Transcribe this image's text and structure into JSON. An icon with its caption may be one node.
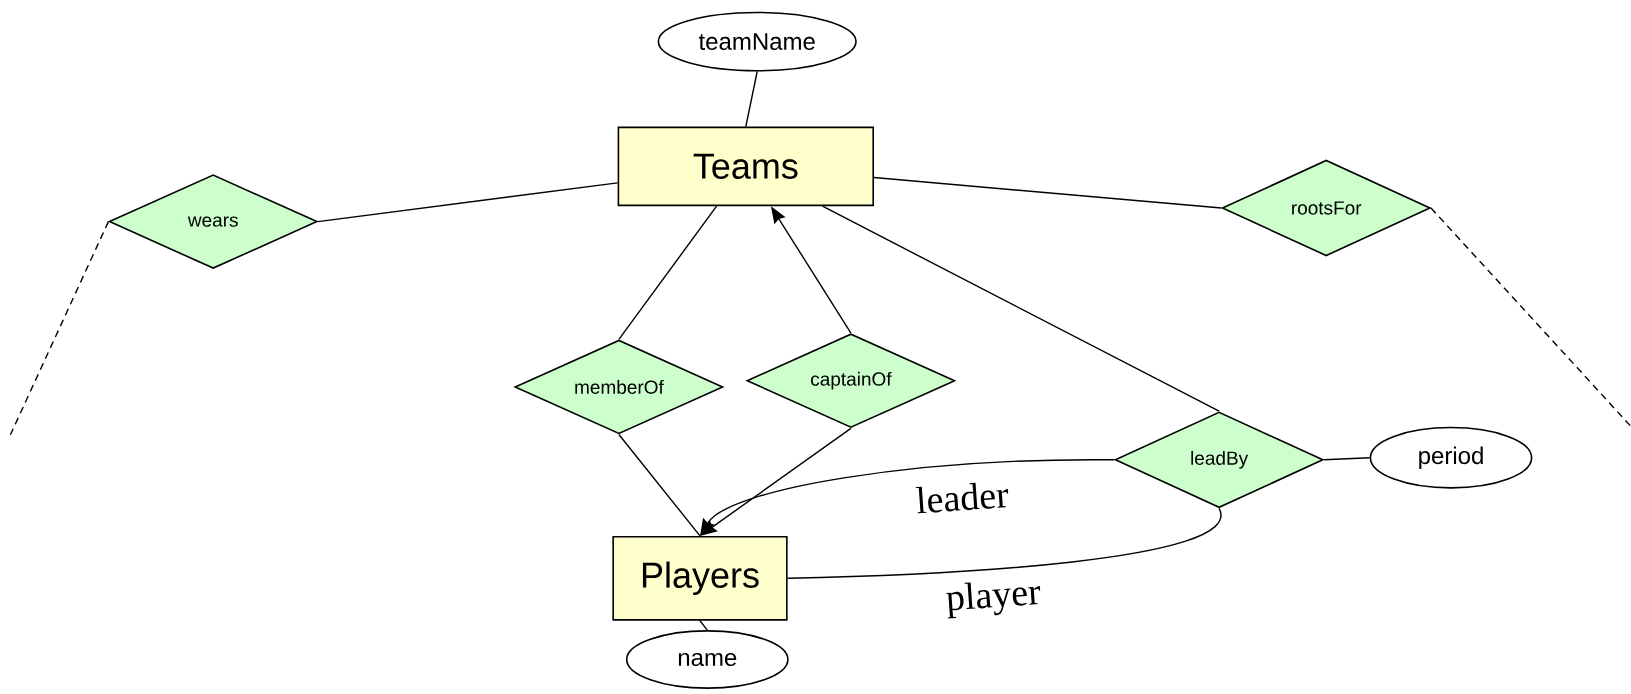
{
  "diagram": {
    "nodes": [
      {
        "text": [
          "teamName"
        ]
      },
      {
        "text": [
          "Teams"
        ]
      },
      {
        "text": [
          "wears"
        ]
      },
      {
        "text": [
          "rootsFor"
        ]
      },
      {
        "text": [
          "memberOf"
        ]
      },
      {
        "text": [
          "captainOf"
        ]
      },
      {
        "text": [
          "leadBy"
        ]
      },
      {
        "text": [
          "period"
        ]
      },
      {
        "text": [
          "Players"
        ]
      },
      {
        "text": [
          "name"
        ]
      }
    ],
    "edges": [
      {
        "from": 0,
        "to": 1,
        "arrow": "none"
      },
      {
        "from": 2,
        "to": 1,
        "arrow": "none"
      },
      {
        "from": 1,
        "to": 3,
        "arrow": "none"
      },
      {
        "from": 4,
        "to": 1,
        "arrow": "none"
      },
      {
        "from": 5,
        "to": 1,
        "arrow": "to"
      },
      {
        "from": 1,
        "to": 6,
        "arrow": "none"
      },
      {
        "from": 4,
        "to": 8,
        "arrow": "none"
      },
      {
        "from": 5,
        "to": 8,
        "arrow": "to"
      },
      {
        "from": 6,
        "to": 8,
        "arrow": "to",
        "label": "leader"
      },
      {
        "from": 6,
        "to": 8,
        "arrow": "none",
        "label": "player"
      },
      {
        "from": 6,
        "to": 7,
        "arrow": "none"
      },
      {
        "from": 8,
        "to": 9,
        "arrow": "none"
      },
      {
        "from": 2,
        "to": null,
        "arrow": "none",
        "style": "dashed"
      },
      {
        "from": 3,
        "to": null,
        "arrow": "none",
        "style": "dashed"
      }
    ]
  }
}
